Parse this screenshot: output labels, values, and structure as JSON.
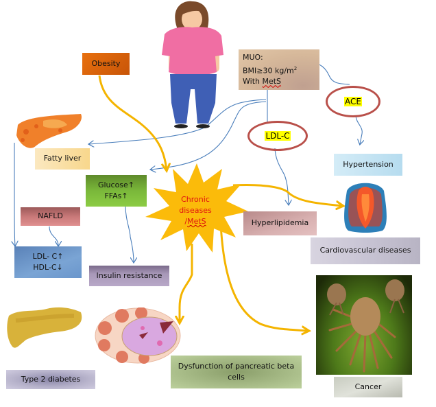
{
  "title": "Obesity, metabolic syndrome and chronic diseases",
  "nodes": {
    "obesity": "Obesity",
    "muo": {
      "line1": "MUO:",
      "line2_prefix": "BMI≥30 kg/m",
      "line2_sup": "2",
      "line3_prefix": "With ",
      "line3_term": "MetS"
    },
    "ace": "ACE",
    "ldl_c": "LDL-C",
    "hypertension": "Hypertension",
    "fatty_liver": "Fatty liver",
    "glucose": "Glucose↑",
    "ffas": "FFAs↑",
    "center": {
      "line1": "Chronic",
      "line2": "diseases",
      "line3_prefix": "/",
      "line3_term": "MetS"
    },
    "nafld": "NAFLD",
    "ldl_up": "LDL- C↑",
    "hdl_down": "HDL-C↓",
    "hyperlipidemia": "Hyperlipidemia",
    "cardiovascular": "Cardiovascular diseases",
    "insulin_resistance": "Insulin resistance",
    "type2_diabetes": "Type 2 diabetes",
    "beta_cells_line1": "Dysfunction of pancreatic beta",
    "beta_cells_line2": "cells",
    "cancer": "Cancer"
  },
  "images": {
    "woman": "obese-woman-illustration",
    "liver": "fatty-liver-illustration",
    "heart": "heart-lungs-illustration",
    "pancreas": "pancreas-illustration",
    "islet": "pancreatic-islet-illustration",
    "cancer": "cancer-cells-illustration"
  },
  "colors": {
    "arrow_yellow": "#f4b400",
    "arrow_blue": "#4a7ebb",
    "ellipse_red": "#b9504a",
    "star_fill": "#fbbb0a",
    "center_text": "#e01010"
  }
}
